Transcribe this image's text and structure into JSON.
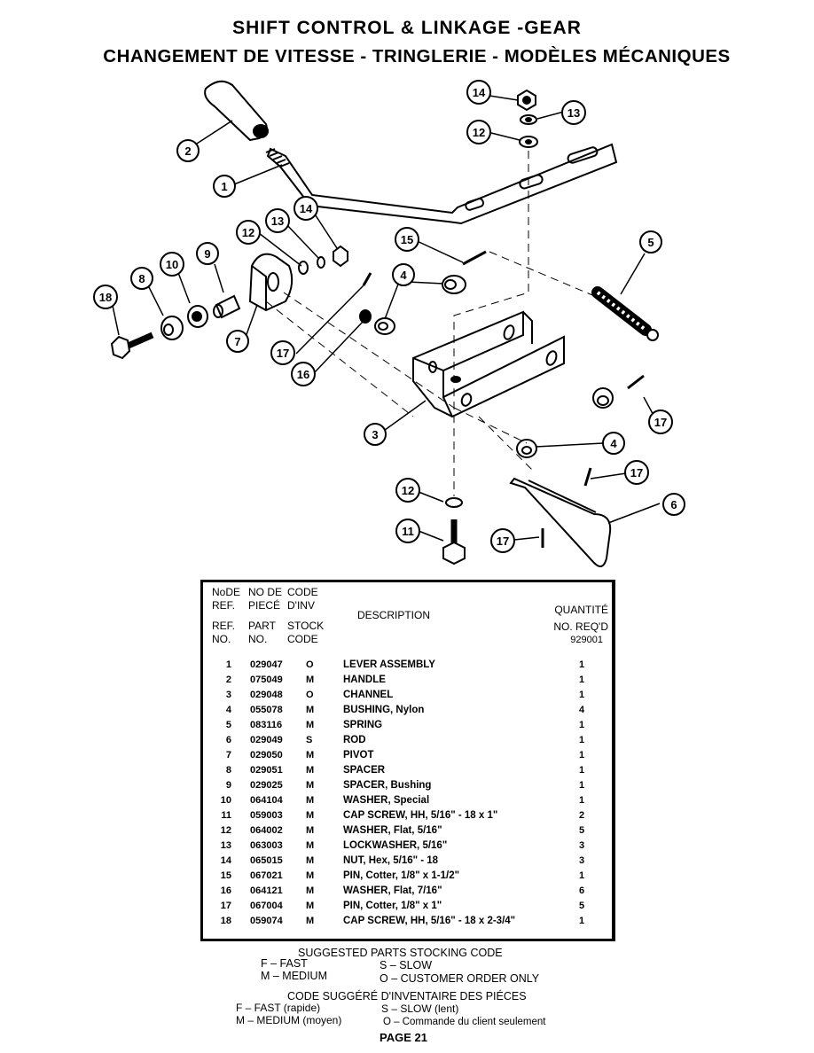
{
  "title_en": "SHIFT CONTROL & LINKAGE -GEAR",
  "title_fr": "CHANGEMENT DE VITESSE - TRINGLERIE - MODÈLES MÉCANIQUES",
  "callouts": {
    "c1": "1",
    "c2": "2",
    "c3": "3",
    "c4a": "4",
    "c4b": "4",
    "c5": "5",
    "c6": "6",
    "c7": "7",
    "c8": "8",
    "c9": "9",
    "c10": "10",
    "c11": "11",
    "c12a": "12",
    "c12b": "12",
    "c12c": "12",
    "c13a": "13",
    "c13b": "13",
    "c14a": "14",
    "c14b": "14",
    "c15": "15",
    "c16": "16",
    "c17a": "17",
    "c17b": "17",
    "c17c": "17",
    "c17d": "17",
    "c18": "18"
  },
  "table": {
    "header": {
      "col1_fr": [
        "NoDE",
        "REF."
      ],
      "col2_fr": [
        "NO DE",
        "PIECÉ"
      ],
      "col3_fr": [
        "CODE",
        "D'INV"
      ],
      "col1_en": [
        "REF.",
        "NO."
      ],
      "col2_en": [
        "PART",
        "NO."
      ],
      "col3_en": [
        "STOCK",
        "CODE"
      ],
      "description": "DESCRIPTION",
      "quantity_fr": "QUANTITÉ",
      "quantity_en": "NO. REQ'D",
      "model": "929001"
    },
    "rows": [
      {
        "ref": "1",
        "part": "029047",
        "code": "O",
        "desc": "LEVER ASSEMBLY",
        "qty": "1"
      },
      {
        "ref": "2",
        "part": "075049",
        "code": "M",
        "desc": "HANDLE",
        "qty": "1"
      },
      {
        "ref": "3",
        "part": "029048",
        "code": "O",
        "desc": "CHANNEL",
        "qty": "1"
      },
      {
        "ref": "4",
        "part": "055078",
        "code": "M",
        "desc": "BUSHING, Nylon",
        "qty": "4"
      },
      {
        "ref": "5",
        "part": "083116",
        "code": "M",
        "desc": "SPRING",
        "qty": "1"
      },
      {
        "ref": "6",
        "part": "029049",
        "code": "S",
        "desc": "ROD",
        "qty": "1"
      },
      {
        "ref": "7",
        "part": "029050",
        "code": "M",
        "desc": "PIVOT",
        "qty": "1"
      },
      {
        "ref": "8",
        "part": "029051",
        "code": "M",
        "desc": "SPACER",
        "qty": "1"
      },
      {
        "ref": "9",
        "part": "029025",
        "code": "M",
        "desc": "SPACER, Bushing",
        "qty": "1"
      },
      {
        "ref": "10",
        "part": "064104",
        "code": "M",
        "desc": "WASHER, Special",
        "qty": "1"
      },
      {
        "ref": "11",
        "part": "059003",
        "code": "M",
        "desc": "CAP SCREW, HH, 5/16\" - 18 x 1\"",
        "qty": "2"
      },
      {
        "ref": "12",
        "part": "064002",
        "code": "M",
        "desc": "WASHER, Flat, 5/16\"",
        "qty": "5"
      },
      {
        "ref": "13",
        "part": "063003",
        "code": "M",
        "desc": "LOCKWASHER, 5/16\"",
        "qty": "3"
      },
      {
        "ref": "14",
        "part": "065015",
        "code": "M",
        "desc": "NUT, Hex, 5/16\" - 18",
        "qty": "3"
      },
      {
        "ref": "15",
        "part": "067021",
        "code": "M",
        "desc": "PIN, Cotter, 1/8\" x 1-1/2\"",
        "qty": "1"
      },
      {
        "ref": "16",
        "part": "064121",
        "code": "M",
        "desc": "WASHER, Flat, 7/16\"",
        "qty": "6"
      },
      {
        "ref": "17",
        "part": "067004",
        "code": "M",
        "desc": "PIN, Cotter, 1/8\" x 1\"",
        "qty": "5"
      },
      {
        "ref": "18",
        "part": "059074",
        "code": "M",
        "desc": "CAP SCREW, HH, 5/16\" - 18 x 2-3/4\"",
        "qty": "1"
      }
    ]
  },
  "legend_en": {
    "title": "SUGGESTED PARTS STOCKING CODE",
    "f": "F  – FAST",
    "s": "S  – SLOW",
    "m": "M – MEDIUM",
    "o": "O  – CUSTOMER ORDER ONLY"
  },
  "legend_fr": {
    "title": "CODE SUGGÉRÉ D'INVENTAIRE DES PIÉCES",
    "f": "F  – FAST (rapide)",
    "s": "S  – SLOW (lent)",
    "m": "M – MEDIUM (moyen)",
    "o": "O  – Commande du client seulement"
  },
  "page": "PAGE 21"
}
